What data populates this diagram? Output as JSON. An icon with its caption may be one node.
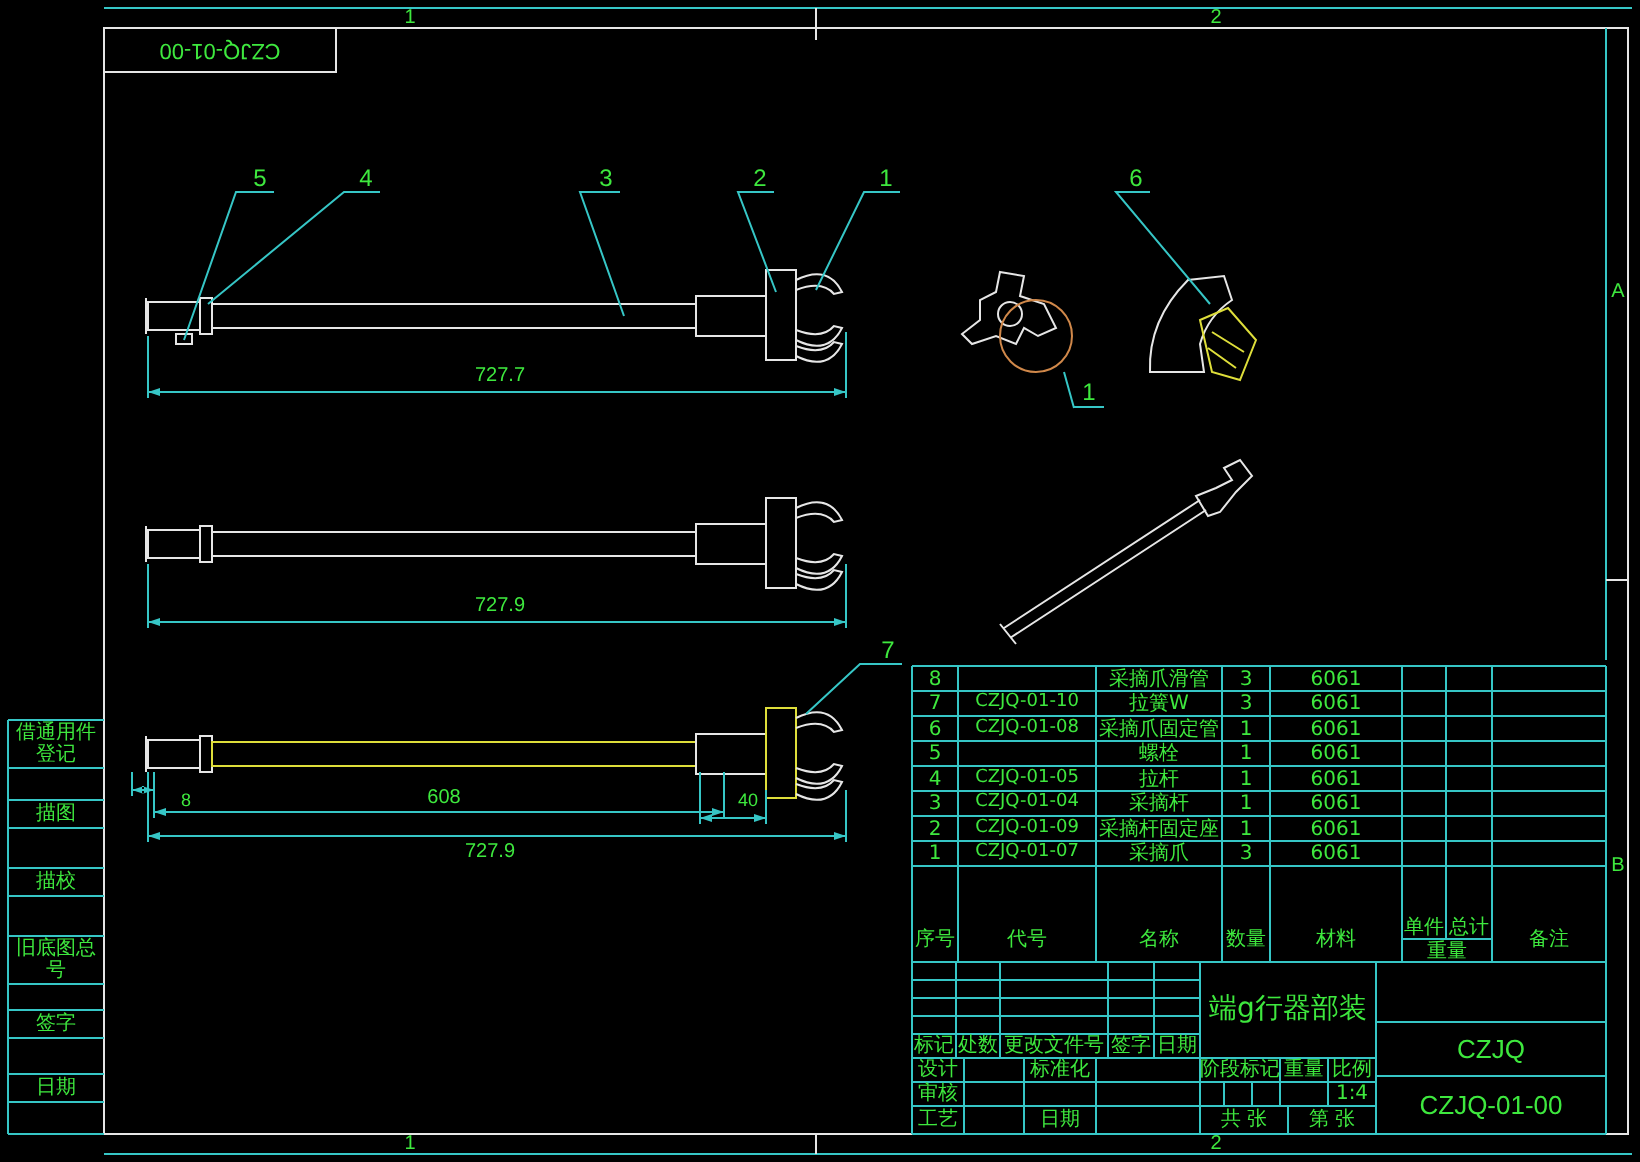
{
  "diagram": {
    "nodes": [
      {
        "text": [
          "5"
        ]
      },
      {
        "text": [
          "4"
        ]
      },
      {
        "text": [
          "3"
        ]
      },
      {
        "text": [
          "2"
        ]
      },
      {
        "text": [
          "1"
        ]
      },
      {
        "text": [
          "6"
        ]
      },
      {
        "text": [
          "1"
        ]
      },
      {
        "text": [
          "7"
        ]
      }
    ],
    "edges": [
      {
        "from": 0,
        "to": null,
        "arrow": "none"
      },
      {
        "from": 1,
        "to": null,
        "arrow": "none"
      },
      {
        "from": 2,
        "to": null,
        "arrow": "none"
      },
      {
        "from": 3,
        "to": null,
        "arrow": "none"
      },
      {
        "from": 4,
        "to": null,
        "arrow": "none"
      },
      {
        "from": 5,
        "to": null,
        "arrow": "none"
      },
      {
        "from": 6,
        "to": null,
        "arrow": "none"
      },
      {
        "from": 7,
        "to": null,
        "arrow": "none"
      }
    ],
    "labels": [
      "CZJQ-01-00",
      "1",
      "2",
      "A",
      "B",
      "727.7",
      "727.9",
      "8",
      "608",
      "40",
      "727.9",
      "8",
      "采摘爪滑管",
      "3",
      "6061",
      "7",
      "CZJQ-01-10",
      "拉簧W",
      "3",
      "6061",
      "6",
      "CZJQ-01-08",
      "采摘爪固定管",
      "1",
      "6061",
      "5",
      "螺栓",
      "1",
      "6061",
      "4",
      "CZJQ-01-05",
      "拉杆",
      "1",
      "6061",
      "3",
      "CZJQ-01-04",
      "采摘杆",
      "1",
      "6061",
      "2",
      "CZJQ-01-09",
      "采摘杆固定座",
      "1",
      "6061",
      "1",
      "CZJQ-01-07",
      "采摘爪",
      "3",
      "6061",
      "序号",
      "代号",
      "名称",
      "数量",
      "材料",
      "单件",
      "总计",
      "重量",
      "备注",
      "端g行器部装",
      "CZJQ",
      "CZJQ-01-00",
      "标记",
      "处数",
      "更改文件号",
      "签字",
      "日期",
      "设计",
      "标准化",
      "阶段标记",
      "重量",
      "比例",
      "1:4",
      "审核",
      "工艺",
      "日期",
      "共 张",
      "第 张",
      "借通用件登记",
      "描图",
      "描校",
      "旧底图总号",
      "签字",
      "日期",
      "1",
      "2"
    ]
  }
}
